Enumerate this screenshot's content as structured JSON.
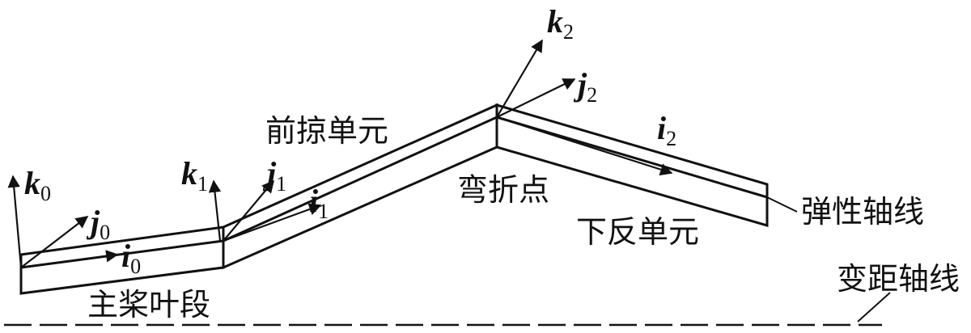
{
  "labels": {
    "main_segment": "主桨叶段",
    "forward_sweep": "前掠单元",
    "bend_point": "弯折点",
    "anhedral": "下反单元",
    "elastic_axis": "弹性轴线",
    "pitch_axis": "变距轴线"
  },
  "vectors": {
    "k0": {
      "letter": "k",
      "sub": "0"
    },
    "j0": {
      "letter": "j",
      "sub": "0"
    },
    "i0": {
      "letter": "i",
      "sub": "0"
    },
    "k1": {
      "letter": "k",
      "sub": "1"
    },
    "j1": {
      "letter": "j",
      "sub": "1"
    },
    "i1": {
      "letter": "i",
      "sub": "1"
    },
    "k2": {
      "letter": "k",
      "sub": "2"
    },
    "j2": {
      "letter": "j",
      "sub": "2"
    },
    "i2": {
      "letter": "i",
      "sub": "2"
    }
  }
}
